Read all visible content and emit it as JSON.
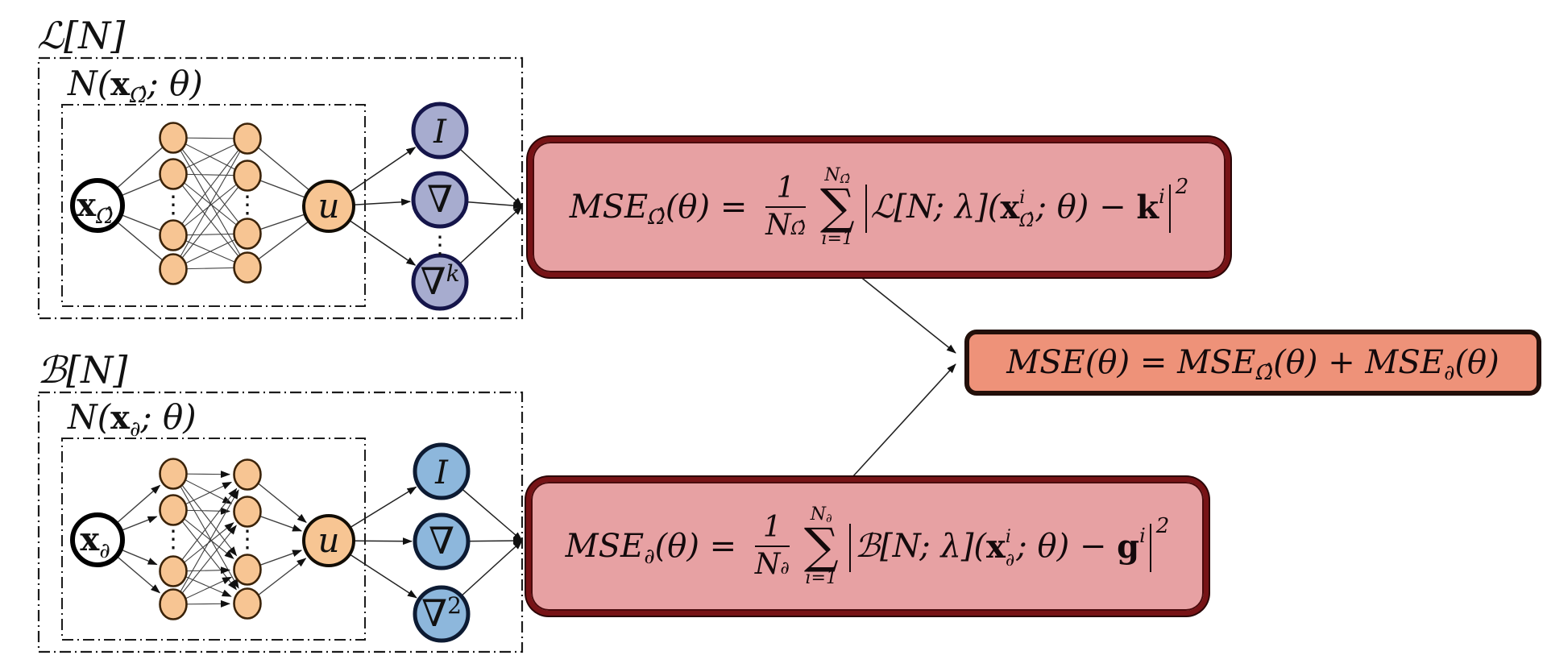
{
  "colors": {
    "edge": "#3f3f3f",
    "box_dash": "#1b1b1b",
    "node_orange": "#f7c593",
    "node_orange_border": "#3b2309",
    "input_fill": "#ffffff",
    "input_border": "#000000",
    "u_border": "#120d05",
    "op_top_fill": "#a7accf",
    "op_top_border": "#15154a",
    "op_bottom_fill": "#8db7dc",
    "op_bottom_border": "#0d1b33",
    "mse_box_fill": "#e7a1a3",
    "mse_box_border": "#771316",
    "total_box_fill": "#ee9279",
    "total_box_border": "#24100a"
  },
  "labels": {
    "top_operator": "ℒ[N]",
    "bottom_operator": "ℬ[N]",
    "nn_pre": "N(",
    "nn_x": "x",
    "top_sub": "Ω̂",
    "bottom_sub": "∂",
    "nn_post": "; θ)",
    "u": "u",
    "op_identity": "I",
    "op_grad": "∇",
    "op_grad_k_sup": "k",
    "op_grad2_sup": "2",
    "vdots": "⋮"
  },
  "formula_top": {
    "lhs": "MSE",
    "lhs_sub": "Ω̂",
    "lhs_post": "(θ) = ",
    "frac_num": "1",
    "frac_den": "N",
    "frac_den_sub": "Ω̂",
    "sum_upper": "N",
    "sum_upper_sub": "Ω̂",
    "sum_symbol": "∑",
    "sum_lower": "i=1",
    "body_pre": "ℒ[N; λ](",
    "body_x": "x",
    "body_x_sup": "i",
    "body_x_sub": "Ω̂",
    "body_post": "; θ) − ",
    "target": "k",
    "target_sup": "i",
    "square": "2"
  },
  "formula_bottom": {
    "lhs": "MSE",
    "lhs_sub": "∂",
    "lhs_post": "(θ) = ",
    "frac_num": "1",
    "frac_den": "N",
    "frac_den_sub": "∂",
    "sum_upper": "N",
    "sum_upper_sub": "∂",
    "sum_symbol": "∑",
    "sum_lower": "i=1",
    "body_pre": "ℬ[N; λ](",
    "body_x": "x",
    "body_x_sup": "i",
    "body_x_sub": "∂",
    "body_post": "; θ) − ",
    "target": "g",
    "target_sup": "i",
    "square": "2"
  },
  "formula_total": {
    "p1": "MSE(θ) = MSE",
    "p1_sub": "Ω̂",
    "p2": "(θ) + MSE",
    "p2_sub": "∂",
    "p3": "(θ)"
  }
}
